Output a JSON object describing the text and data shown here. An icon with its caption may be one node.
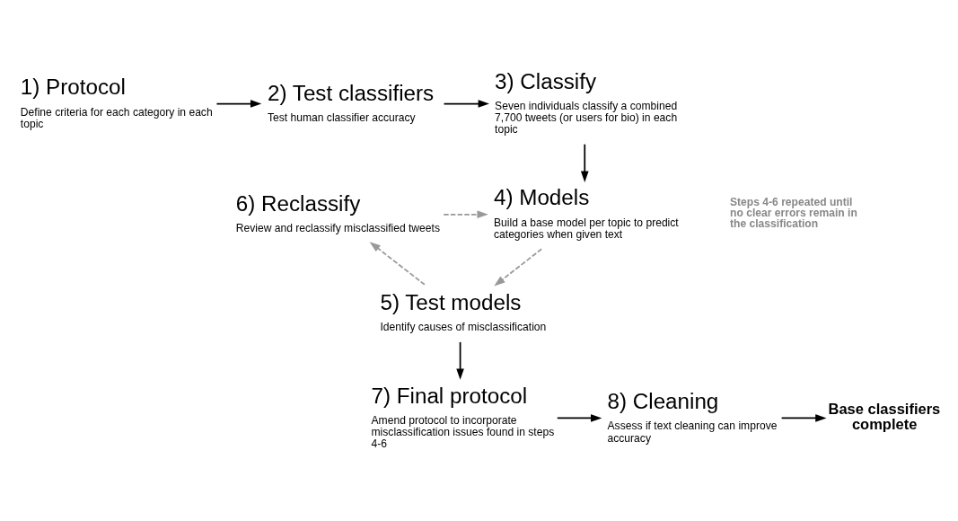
{
  "diagram": {
    "nodes": [
      {
        "text": [
          "1) Protocol",
          "Define criteria for each category in each topic"
        ]
      },
      {
        "text": [
          "2) Test classifiers",
          "Test human classifier accuracy"
        ]
      },
      {
        "text": [
          "3) Classify",
          "Seven individuals classify a combined 7,700 tweets (or users for bio) in each topic"
        ]
      },
      {
        "text": [
          "6) Reclassify",
          "Review and reclassify misclassified tweets"
        ]
      },
      {
        "text": [
          "4) Models",
          "Build a base model per topic to predict categories when given text"
        ]
      },
      {
        "text": [
          "5) Test models",
          "Identify causes of misclassification"
        ]
      },
      {
        "text": [
          "7) Final protocol",
          "Amend protocol to incorporate misclassification issues found in steps 4-6"
        ]
      },
      {
        "text": [
          "8) Cleaning",
          "Assess if text cleaning can improve accuracy"
        ]
      },
      {
        "text": [
          "Base classifiers complete"
        ]
      }
    ],
    "edges": [
      {
        "from": 0,
        "to": 1,
        "arrow": "to"
      },
      {
        "from": 1,
        "to": 2,
        "arrow": "to"
      },
      {
        "from": 2,
        "to": 4,
        "arrow": "to"
      },
      {
        "from": 3,
        "to": 4,
        "arrow": "to",
        "style": "dashed",
        "color": "#999999"
      },
      {
        "from": 4,
        "to": 5,
        "arrow": "to",
        "style": "dashed",
        "color": "#999999"
      },
      {
        "from": 5,
        "to": 3,
        "arrow": "to",
        "style": "dashed",
        "color": "#999999"
      },
      {
        "from": 5,
        "to": 6,
        "arrow": "to"
      },
      {
        "from": 6,
        "to": 7,
        "arrow": "to"
      },
      {
        "from": 7,
        "to": 8,
        "arrow": "to"
      }
    ],
    "labels": [
      "Steps 4-6 repeated until no clear errors remain in the classification"
    ]
  }
}
